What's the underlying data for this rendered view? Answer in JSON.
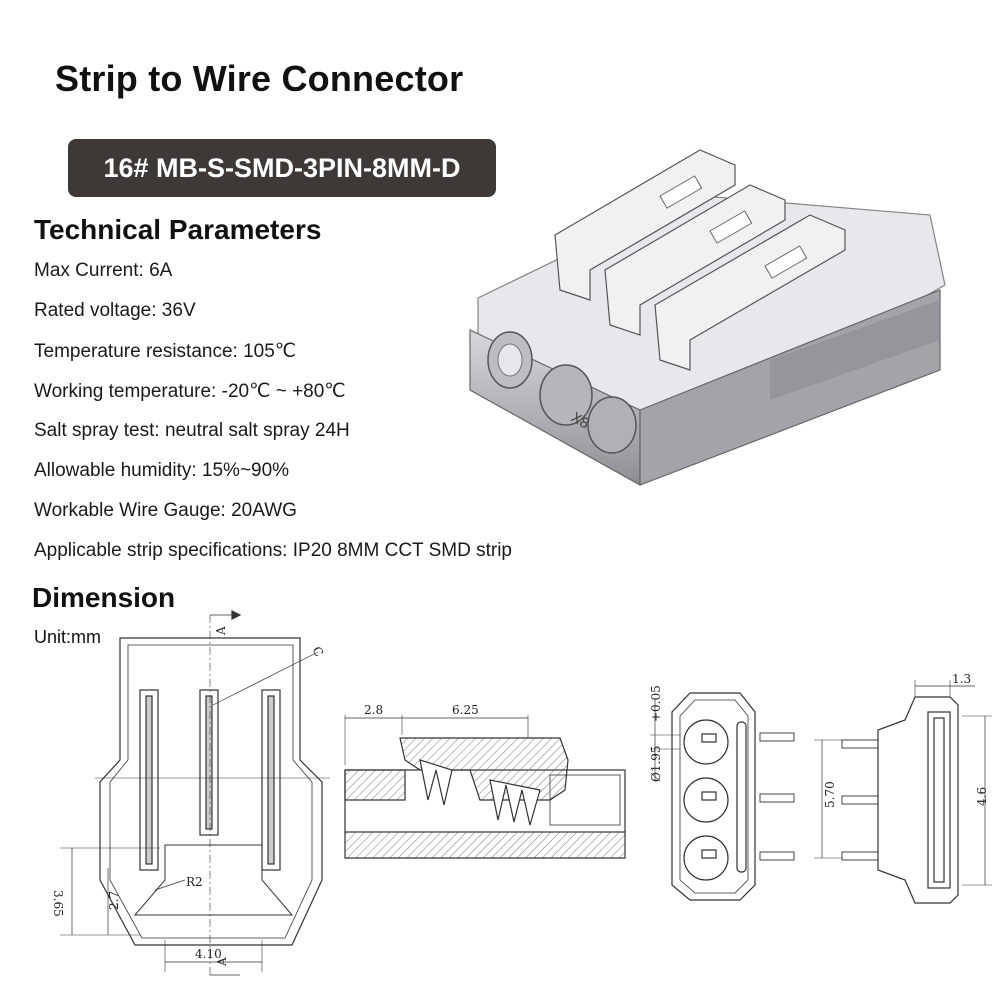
{
  "title": "Strip to Wire Connector",
  "model": "16# MB-S-SMD-3PIN-8MM-D",
  "tech_heading": "Technical Parameters",
  "params": [
    "Max Current: 6A",
    "Rated voltage: 36V",
    "Temperature resistance: 105℃",
    "Working temperature: -20℃ ~ +80℃",
    "Salt spray test: neutral salt spray 24H",
    "Allowable humidity: 15%~90%",
    "Workable Wire Gauge: 20AWG",
    "Applicable strip specifications: IP20 8MM CCT SMD strip"
  ],
  "dimension_heading": "Dimension",
  "unit": "Unit:mm",
  "dims": {
    "a": "A",
    "c": "C",
    "r2": "R2",
    "d365": "3.65",
    "d27": "2.7",
    "d410": "4.10",
    "d28": "2.8",
    "d625": "6.25",
    "d195": "Ø1.95",
    "tol": "+0.05",
    "d570": "5.70",
    "d13": "1.3",
    "d46": "4.6"
  }
}
